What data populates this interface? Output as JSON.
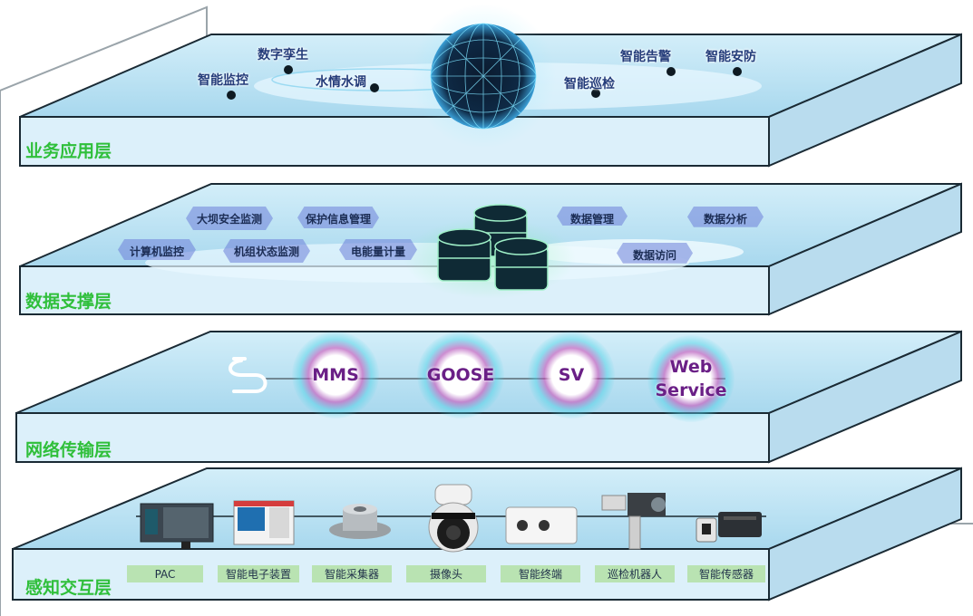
{
  "layers": [
    {
      "title": "业务应用层"
    },
    {
      "title": "数据支撑层"
    },
    {
      "title": "网络传输层"
    },
    {
      "title": "感知交互层"
    }
  ],
  "business_apps": [
    "数字孪生",
    "智能监控",
    "水情水调",
    "智能告警",
    "智能安防",
    "智能巡检"
  ],
  "data_tags": [
    "大坝安全监测",
    "保护信息管理",
    "计算机监控",
    "机组状态监测",
    "电能量计量",
    "数据管理",
    "数据分析",
    "数据访问"
  ],
  "protocols": [
    "MMS",
    "GOOSE",
    "SV",
    "Web\nService"
  ],
  "devices": [
    {
      "label": "PAC",
      "icon": "plc-controller-icon"
    },
    {
      "label": "智能电子装置",
      "icon": "electronic-device-icon"
    },
    {
      "label": "智能采集器",
      "icon": "collector-icon"
    },
    {
      "label": "摄像头",
      "icon": "dome-camera-icon"
    },
    {
      "label": "智能终端",
      "icon": "terminal-box-icon"
    },
    {
      "label": "巡检机器人",
      "icon": "inspection-robot-icon"
    },
    {
      "label": "智能传感器",
      "icon": "sensor-icon"
    }
  ],
  "colors": {
    "layer_title": "#2fbf3a",
    "slab_top": "#bfe4f4",
    "slab_front": "#dcf0fa",
    "protocol_text": "#6a1f86",
    "device_label_bg": "#b9e3b2"
  }
}
